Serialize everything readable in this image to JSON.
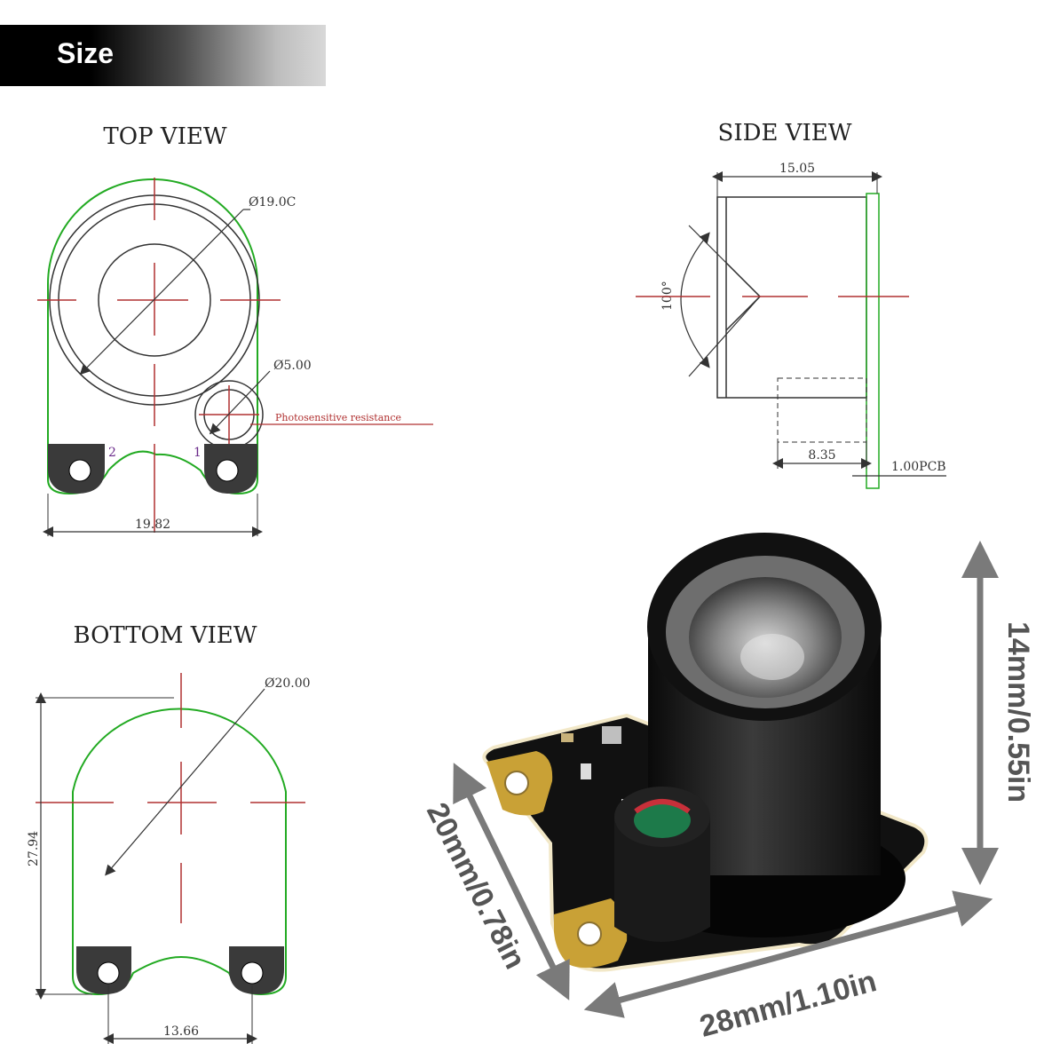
{
  "banner": {
    "title": "Size"
  },
  "top_view": {
    "title": "TOP VIEW",
    "dia_large": "Ø19.0C",
    "dia_small": "Ø5.00",
    "photo_label": "Photosensitive resistance",
    "pin_2": "2",
    "pin_1": "1",
    "width": "19.82"
  },
  "side_view": {
    "title": "SIDE VIEW",
    "width": "15.05",
    "angle": "100°",
    "depth": "8.35",
    "pcb": "1.00PCB"
  },
  "bottom_view": {
    "title": "BOTTOM VIEW",
    "diameter": "Ø20.00",
    "height": "27.94",
    "hole_spacing": "13.66"
  },
  "product": {
    "height_label": "14mm/0.55in",
    "depth_label": "20mm/0.78in",
    "width_label": "28mm/1.10in"
  },
  "colors": {
    "outline": "#22aa22",
    "centerline": "#b03030",
    "pad": "#3a3a3a",
    "arrow": "#7a7a7a"
  }
}
